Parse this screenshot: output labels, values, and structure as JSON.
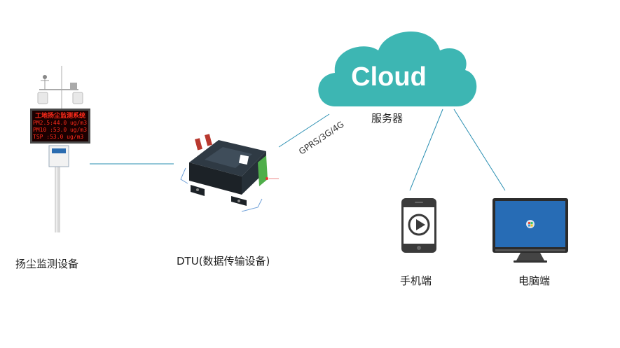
{
  "diagram": {
    "cloud": {
      "logo_text": "Cloud",
      "label": "服务器",
      "color": "#3db6b3"
    },
    "link_label": "GPRS/3G/4G",
    "nodes": {
      "monitor": {
        "label": "扬尘监测设备",
        "display_title": "工地扬尘监测系统",
        "display_lines": [
          "PM2.5:44.0 ug/m3",
          "PM10 :53.0 ug/m3",
          "TSP  :53.0 ug/m3"
        ]
      },
      "dtu": {
        "label": "DTU(数据传输设备)"
      },
      "phone": {
        "label": "手机端"
      },
      "pc": {
        "label": "电脑端"
      }
    },
    "connector_color": "#2a8fb2"
  }
}
